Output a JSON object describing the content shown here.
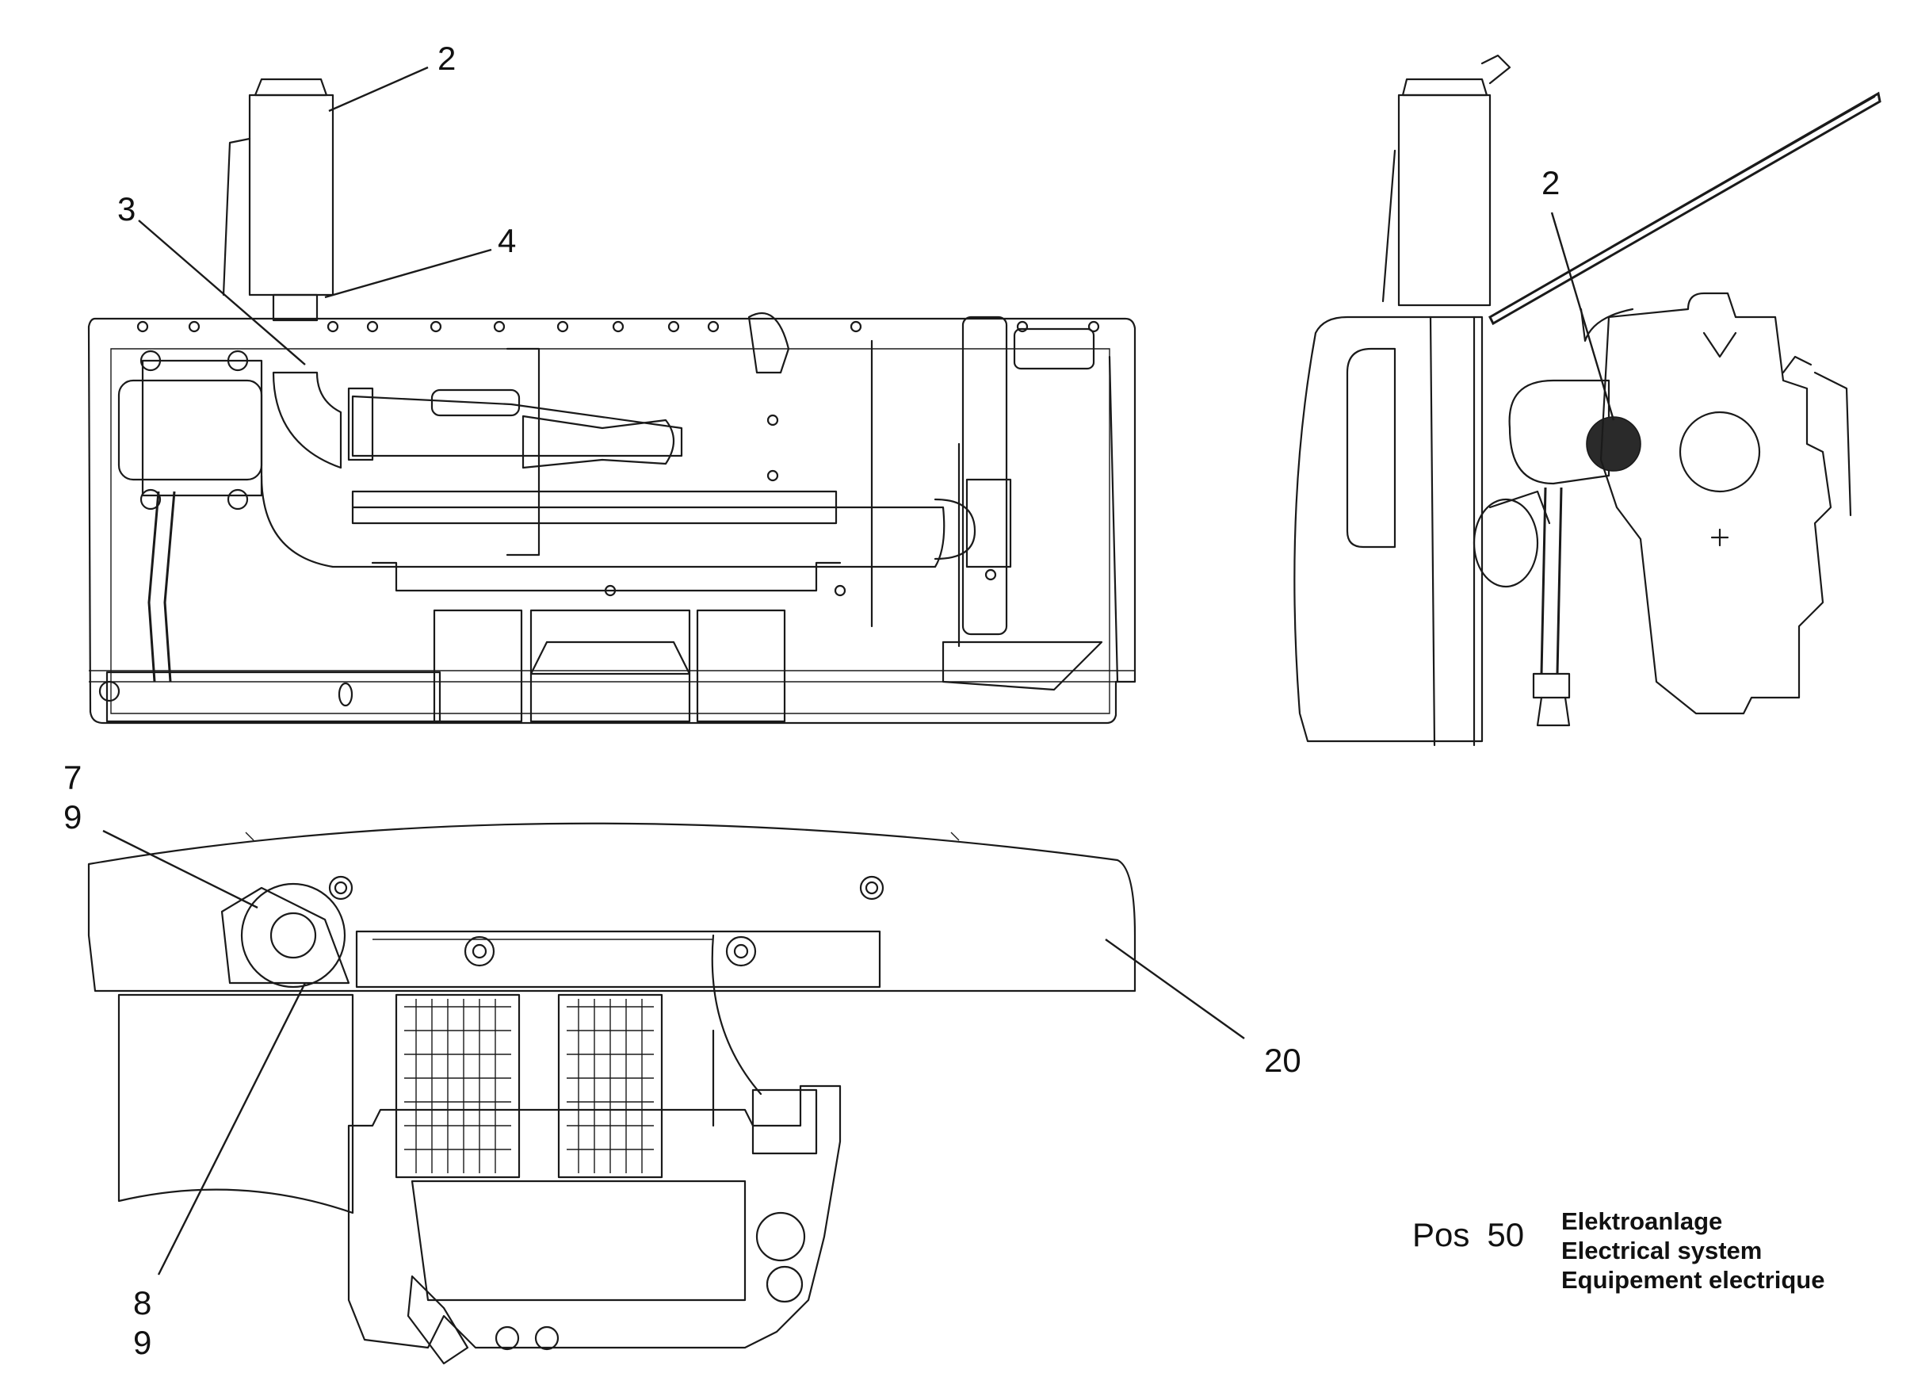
{
  "callouts": {
    "top_left": {
      "c2": "2",
      "c3": "3",
      "c4": "4"
    },
    "top_right": {
      "c2": "2"
    },
    "bottom": {
      "c7": "7",
      "c9a": "9",
      "c8": "8",
      "c9b": "9",
      "c20": "20"
    }
  },
  "title_block": {
    "pos_label": "Pos",
    "pos_number": "50",
    "title_de": "Elektroanlage",
    "title_en": "Electrical system",
    "title_fr": "Equipement electrique"
  }
}
